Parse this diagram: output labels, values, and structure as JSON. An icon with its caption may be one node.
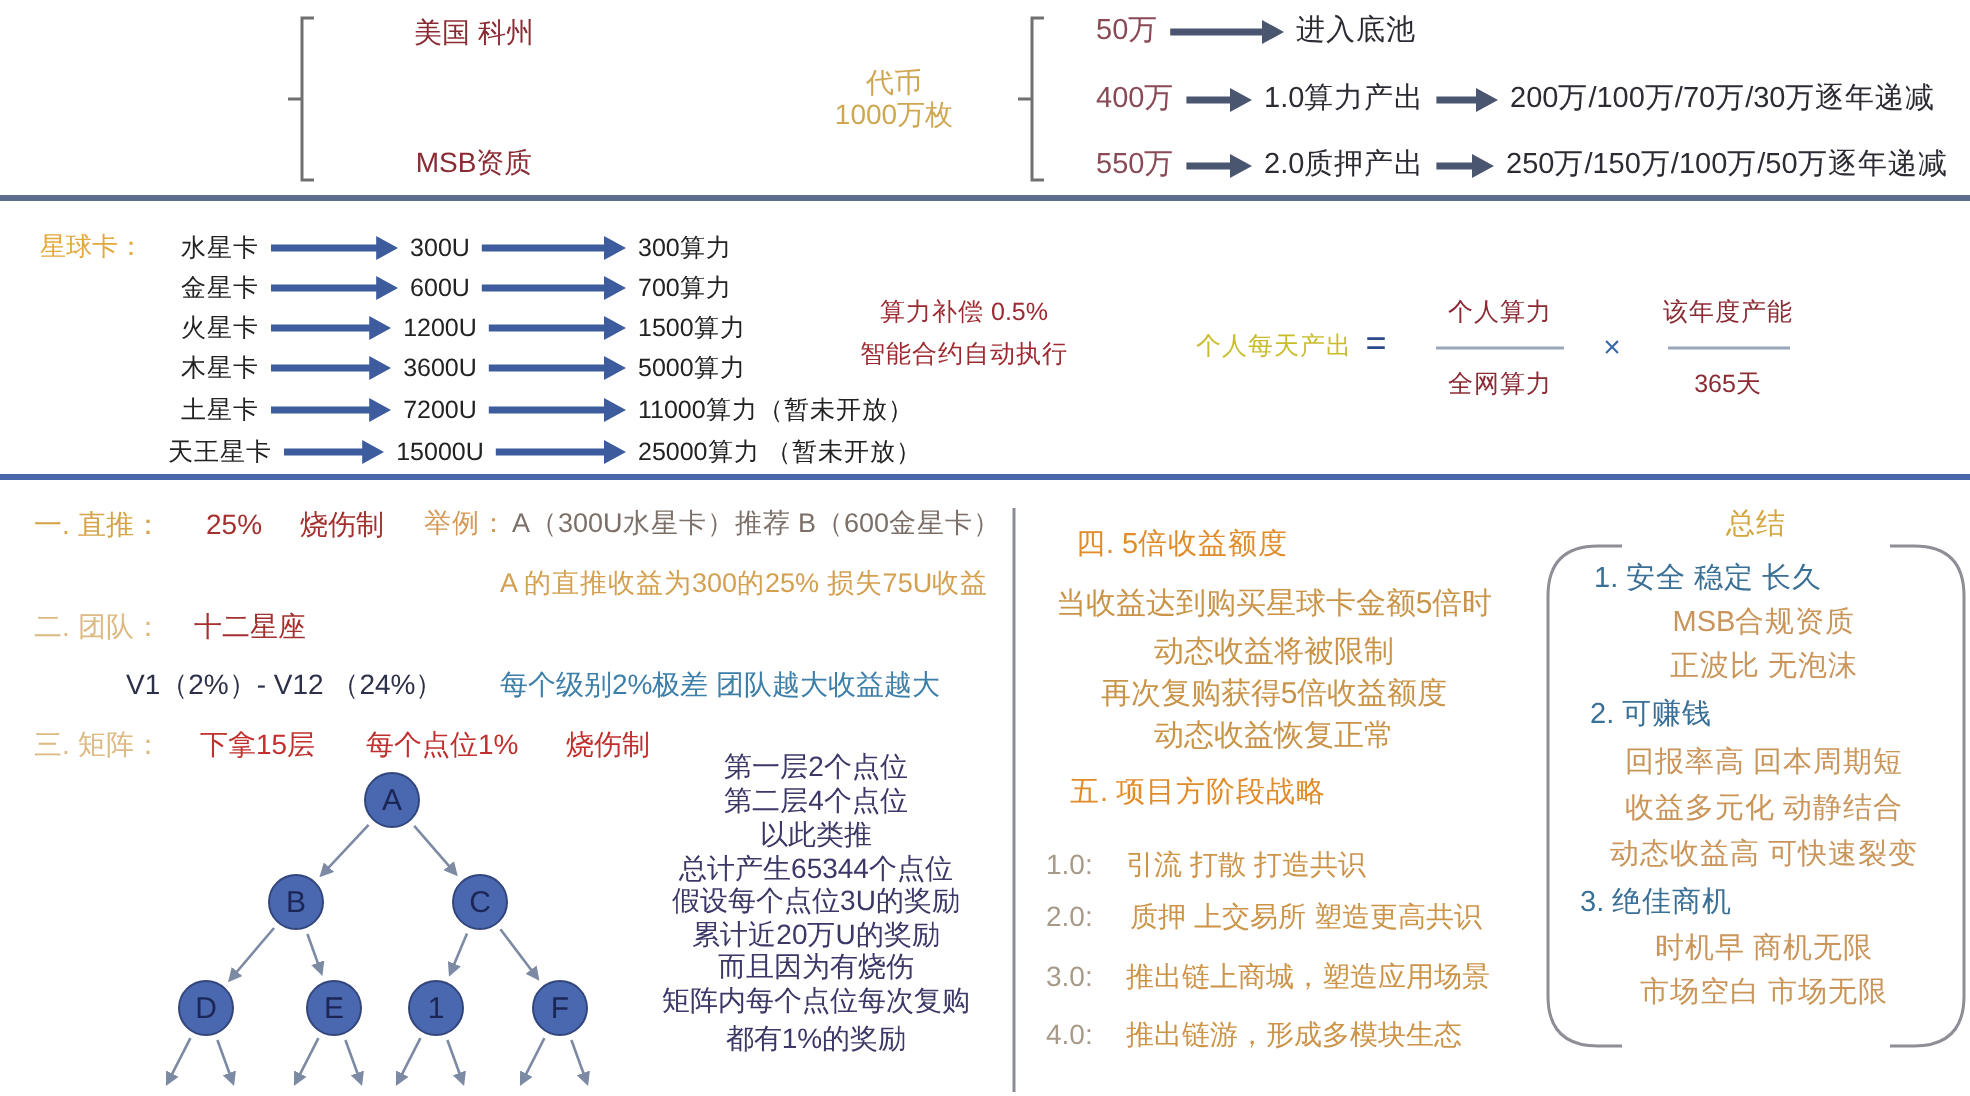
{
  "diagram": {
    "nodes": [
      {
        "text": [
          "50万"
        ]
      },
      {
        "text": [
          "进入底池"
        ]
      },
      {
        "text": [
          "400万"
        ]
      },
      {
        "text": [
          "1.0算力产出"
        ]
      },
      {
        "text": [
          "200万/100万/70万/30万逐年递减"
        ]
      },
      {
        "text": [
          "550万"
        ]
      },
      {
        "text": [
          "2.0质押产出"
        ]
      },
      {
        "text": [
          "250万/150万/100万/50万逐年递减"
        ]
      },
      {
        "text": [
          "水星卡"
        ]
      },
      {
        "text": [
          "300U"
        ]
      },
      {
        "text": [
          "300算力"
        ]
      },
      {
        "text": [
          "金星卡"
        ]
      },
      {
        "text": [
          "600U"
        ]
      },
      {
        "text": [
          "700算力"
        ]
      },
      {
        "text": [
          "火星卡"
        ]
      },
      {
        "text": [
          "1200U"
        ]
      },
      {
        "text": [
          "1500算力"
        ]
      },
      {
        "text": [
          "木星卡"
        ]
      },
      {
        "text": [
          "3600U"
        ]
      },
      {
        "text": [
          "5000算力"
        ]
      },
      {
        "text": [
          "土星卡"
        ]
      },
      {
        "text": [
          "7200U"
        ]
      },
      {
        "text": [
          "11000算力（暂未开放）"
        ]
      },
      {
        "text": [
          "天王星卡"
        ]
      },
      {
        "text": [
          "15000U"
        ]
      },
      {
        "text": [
          "25000算力 （暂未开放）"
        ]
      },
      {
        "text": [
          "A"
        ]
      },
      {
        "text": [
          "B"
        ]
      },
      {
        "text": [
          "C"
        ]
      },
      {
        "text": [
          "D"
        ]
      },
      {
        "text": [
          "E"
        ]
      },
      {
        "text": [
          "1"
        ]
      },
      {
        "text": [
          "F"
        ]
      },
      {
        "text": [
          "总结",
          "1. 安全 稳定 长久",
          "MSB合规资质",
          "正波比 无泡沫",
          "2. 可赚钱",
          "回报率高 回本周期短",
          "收益多元化 动静结合",
          "动态收益高 可快速裂变",
          "3. 绝佳商机",
          "时机早 商机无限",
          "市场空白 市场无限"
        ]
      }
    ],
    "edges": [
      {
        "from": 0,
        "to": 1,
        "arrow": "to",
        "color": "#4a5670"
      },
      {
        "from": 2,
        "to": 3,
        "arrow": "to",
        "color": "#4a5670"
      },
      {
        "from": 3,
        "to": 4,
        "arrow": "to",
        "color": "#4a5670"
      },
      {
        "from": 5,
        "to": 6,
        "arrow": "to",
        "color": "#4a5670"
      },
      {
        "from": 6,
        "to": 7,
        "arrow": "to",
        "color": "#4a5670"
      },
      {
        "from": 8,
        "to": 9,
        "arrow": "to"
      },
      {
        "from": 9,
        "to": 10,
        "arrow": "to"
      },
      {
        "from": 11,
        "to": 12,
        "arrow": "to"
      },
      {
        "from": 12,
        "to": 13,
        "arrow": "to"
      },
      {
        "from": 14,
        "to": 15,
        "arrow": "to"
      },
      {
        "from": 15,
        "to": 16,
        "arrow": "to"
      },
      {
        "from": 17,
        "to": 18,
        "arrow": "to"
      },
      {
        "from": 18,
        "to": 19,
        "arrow": "to"
      },
      {
        "from": 20,
        "to": 21,
        "arrow": "to"
      },
      {
        "from": 21,
        "to": 22,
        "arrow": "to"
      },
      {
        "from": 23,
        "to": 24,
        "arrow": "to"
      },
      {
        "from": 24,
        "to": 25,
        "arrow": "to"
      },
      {
        "from": 26,
        "to": 27,
        "arrow": "to",
        "color": "#7d8aa3"
      },
      {
        "from": 26,
        "to": 28,
        "arrow": "to",
        "color": "#7d8aa3"
      },
      {
        "from": 27,
        "to": 29,
        "arrow": "to",
        "color": "#7d8aa3"
      },
      {
        "from": 27,
        "to": 30,
        "arrow": "to",
        "color": "#7d8aa3"
      },
      {
        "from": 28,
        "to": 31,
        "arrow": "to",
        "color": "#7d8aa3"
      },
      {
        "from": 28,
        "to": 32,
        "arrow": "to",
        "color": "#7d8aa3"
      },
      {
        "from": 29,
        "to": null,
        "arrow": "to",
        "color": "#7d8aa3"
      },
      {
        "from": 29,
        "to": null,
        "arrow": "to",
        "color": "#7d8aa3"
      },
      {
        "from": 30,
        "to": null,
        "arrow": "to",
        "color": "#7d8aa3"
      },
      {
        "from": 30,
        "to": null,
        "arrow": "to",
        "color": "#7d8aa3"
      },
      {
        "from": 31,
        "to": null,
        "arrow": "to",
        "color": "#7d8aa3"
      },
      {
        "from": 31,
        "to": null,
        "arrow": "to",
        "color": "#7d8aa3"
      },
      {
        "from": 32,
        "to": null,
        "arrow": "to",
        "color": "#7d8aa3"
      },
      {
        "from": 32,
        "to": null,
        "arrow": "to",
        "color": "#7d8aa3"
      }
    ],
    "labels": [
      "美国 科州",
      "MSB资质",
      "代币 1000万枚",
      "星球卡：",
      "算力补偿 0.5%",
      "智能合约自动执行",
      "个人每天产出",
      "=",
      "个人算力",
      "全网算力",
      "×",
      "该年度产能",
      "365天",
      "一. 直推：",
      "25%",
      "烧伤制",
      "举例：",
      "A（300U水星卡）推荐 B（600金星卡）",
      "A 的直推收益为300的25% 损失75U收益",
      "二. 团队：",
      "十二星座",
      "V1（2%）- V12 （24%）",
      "每个级别2%极差 团队越大收益越大",
      "三. 矩阵：",
      "下拿15层",
      "每个点位1%",
      "烧伤制",
      "第一层2个点位",
      "第二层4个点位",
      "以此类推",
      "总计产生65344个点位",
      "假设每个点位3U的奖励",
      "累计近20万U的奖励",
      "而且因为有烧伤",
      "矩阵内每个点位每次复购",
      "都有1%的奖励",
      "四. 5倍收益额度",
      "当收益达到购买星球卡金额5倍时",
      "动态收益将被限制",
      "再次复购获得5倍收益额度",
      "动态收益恢复正常",
      "五. 项目方阶段战略",
      "1.0:",
      "引流 打散 打造共识",
      "2.0:",
      "质押 上交易所 塑造更高共识",
      "3.0:",
      "推出链上商城，塑造应用场景",
      "4.0:",
      "推出链游，形成多模块生态"
    ]
  }
}
